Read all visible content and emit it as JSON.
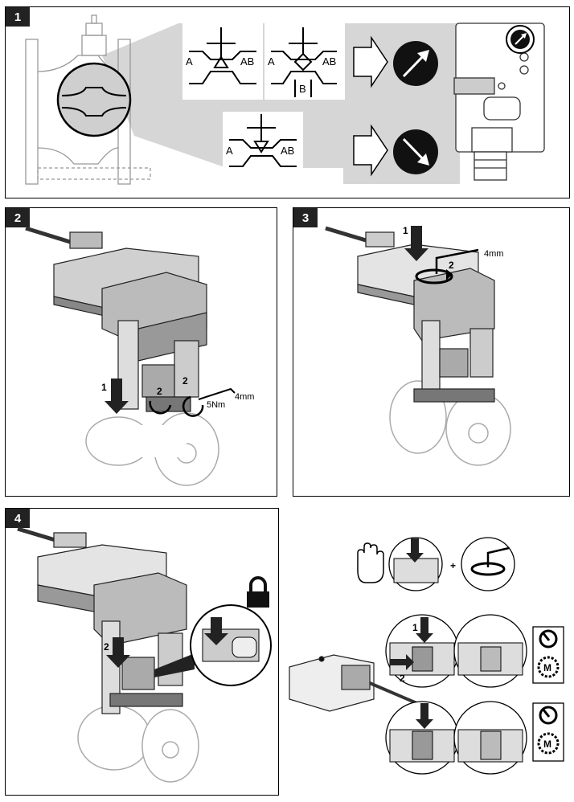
{
  "steps": {
    "step1": {
      "number": "1",
      "port_a": "A",
      "port_ab": "AB",
      "port_b": "B"
    },
    "step2": {
      "number": "2",
      "callout_1": "1",
      "callout_2": "2",
      "callout_2b": "2",
      "torque": "5Nm",
      "wrench": "4mm"
    },
    "step3": {
      "number": "3",
      "callout_1": "1",
      "callout_2": "2",
      "wrench": "4mm"
    },
    "step4": {
      "number": "4",
      "callout_2": "2"
    },
    "manual": {
      "callout_1": "1",
      "callout_2": "2",
      "plus": "+",
      "mode_m_top": "M",
      "mode_m_bottom": "M"
    }
  },
  "icons": {
    "direction_up": "arrow-up-right-icon",
    "direction_down": "arrow-down-right-icon",
    "lock": "padlock-icon",
    "hand": "hand-icon",
    "manual_mode": "manual-knob-icon",
    "motor_mode": "motor-gear-icon"
  }
}
